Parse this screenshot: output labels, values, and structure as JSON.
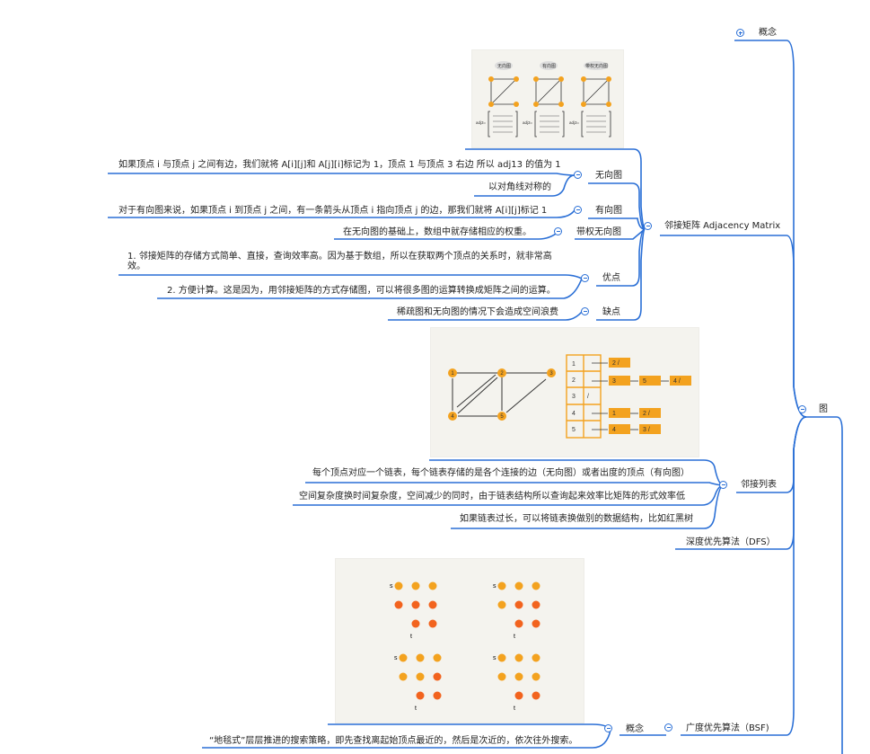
{
  "root": {
    "label": "图"
  },
  "concept_top": {
    "label": "概念"
  },
  "adjacency_matrix": {
    "label": "邻接矩阵 Adjacency Matrix",
    "image": {
      "titles": [
        "无向图",
        "有向图",
        "带权无向图"
      ],
      "matrix_labels": [
        "adj3=",
        "adj3=",
        "adj3="
      ]
    },
    "undirected": {
      "label": "无向图",
      "notes": [
        "如果顶点 i 与顶点 j 之间有边，我们就将 A[i][j]和 A[j][i]标记为 1，顶点 1 与顶点 3 右边 所以 adj13 的值为 1",
        "以对角线对称的"
      ]
    },
    "directed": {
      "label": "有向图",
      "note": "对于有向图来说，如果顶点 i 到顶点 j 之间，有一条箭头从顶点 i 指向顶点 j 的边，那我们就将 A[i][j]标记 1"
    },
    "weighted": {
      "label": "带权无向图",
      "note": "在无向图的基础上，数组中就存储相应的权重。"
    },
    "pros": {
      "label": "优点",
      "notes": [
        "1. 邻接矩阵的存储方式简单、直接，查询效率高。因为基于数组，所以在获取两个顶点的关系时，就非常高效。",
        "2. 方便计算。这是因为，用邻接矩阵的方式存储图，可以将很多图的运算转换成矩阵之间的运算。"
      ]
    },
    "cons": {
      "label": "缺点",
      "note": "稀疏图和无向图的情况下会造成空间浪费"
    }
  },
  "adjacency_list": {
    "label": "邻接列表",
    "image": {
      "graph_nodes": [
        "1",
        "2",
        "3",
        "4",
        "5"
      ],
      "rows": [
        {
          "head": "1",
          "cells": [
            "2 /"
          ]
        },
        {
          "head": "2",
          "cells": [
            "3",
            "5",
            "4 /"
          ]
        },
        {
          "head": "3",
          "cells": [
            "/"
          ]
        },
        {
          "head": "4",
          "cells": [
            "1",
            "2 /"
          ]
        },
        {
          "head": "5",
          "cells": [
            "4",
            "3 /"
          ]
        }
      ]
    },
    "notes": [
      "每个顶点对应一个链表，每个链表存储的是各个连接的边（无向图）或者出度的顶点（有向图）",
      "空间复杂度换时间复杂度，空间减少的同时，由于链表结构所以查询起来效率比矩阵的形式效率低",
      "如果链表过长，可以将链表换做别的数据结构，比如红黑树"
    ]
  },
  "dfs": {
    "label": "深度优先算法（DFS）"
  },
  "bfs": {
    "label": "广度优先算法（BSF)",
    "image": {
      "start_label": "s",
      "end_label": "t"
    },
    "concept": {
      "label": "概念",
      "note": "“地毯式”层层推进的搜索策略，即先查找离起始顶点最近的，然后是次近的，依次往外搜索。"
    }
  },
  "colors": {
    "link": "#2a6fd6",
    "node_orange": "#f3a21f",
    "node_red": "#f2631e",
    "thumb_bg": "#f4f3ee"
  }
}
